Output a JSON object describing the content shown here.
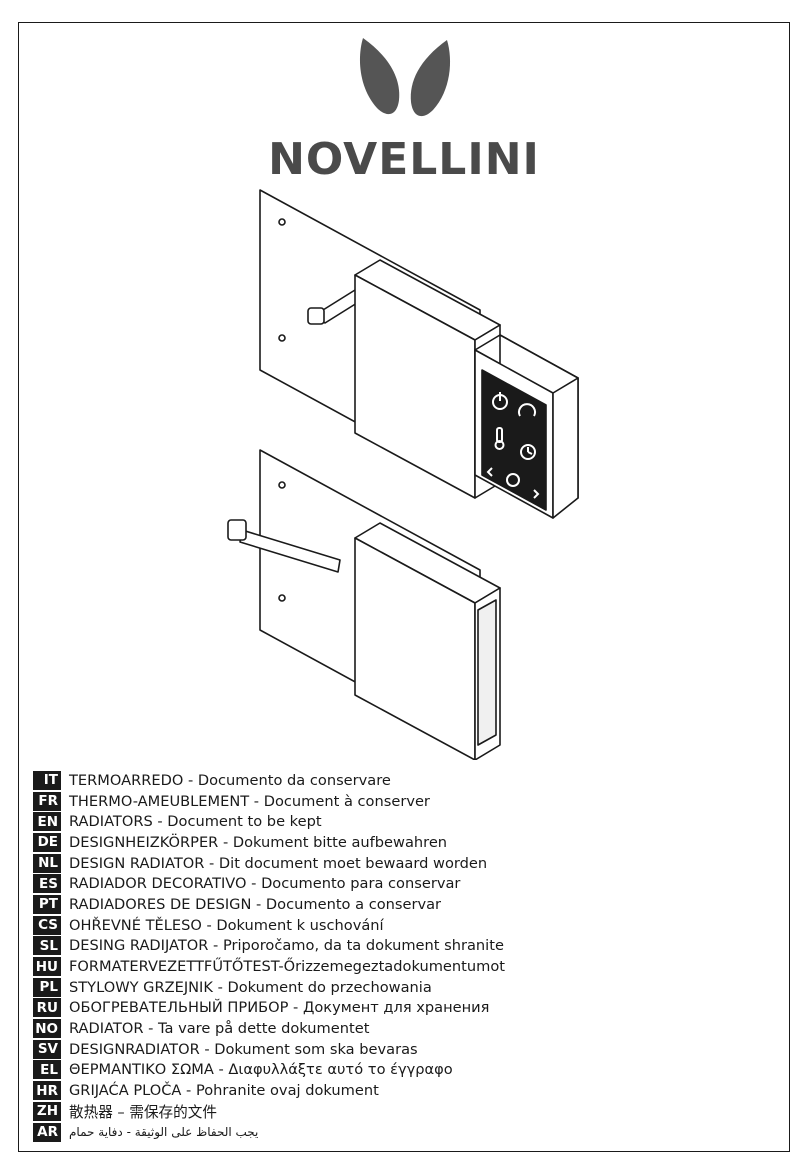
{
  "brand": {
    "name": "NOVELLINI",
    "logo_color": "#555555"
  },
  "illustration": {
    "icons": [
      "power-icon",
      "gauge-icon",
      "thermometer-icon",
      "clock-icon",
      "left-arrow-icon",
      "center-power-icon",
      "right-arrow-icon"
    ]
  },
  "languages": [
    {
      "code": "IT",
      "text": "TERMOARREDO - Documento da conservare"
    },
    {
      "code": "FR",
      "text": "THERMO-AMEUBLEMENT - Document à conserver"
    },
    {
      "code": "EN",
      "text": "RADIATORS - Document to be kept"
    },
    {
      "code": "DE",
      "text": "DESIGNHEIZKÖRPER - Dokument bitte aufbewahren"
    },
    {
      "code": "NL",
      "text": "DESIGN RADIATOR - Dit document moet bewaard worden"
    },
    {
      "code": "ES",
      "text": "RADIADOR DECORATIVO - Documento para conservar"
    },
    {
      "code": "PT",
      "text": "RADIADORES DE DESIGN - Documento a conservar"
    },
    {
      "code": "CS",
      "text": "OHŘEVNÉ TĚLESO - Dokument k uschování"
    },
    {
      "code": "SL",
      "text": "DESING RADIJATOR - Priporočamo, da ta dokument shranite"
    },
    {
      "code": "HU",
      "text": "FORMATERVEZETTFŰTŐTEST-Őrizzemegeztadokumentumot"
    },
    {
      "code": "PL",
      "text": "STYLOWY GRZEJNIK - Dokument do przechowania"
    },
    {
      "code": "RU",
      "text": "ОБОГРЕВАТЕЛЬНЫЙ ПРИБОР - Документ для хранения"
    },
    {
      "code": "NO",
      "text": "RADIATOR - Ta vare på dette dokumentet"
    },
    {
      "code": "SV",
      "text": "DESIGNRADIATOR - Dokument som ska bevaras"
    },
    {
      "code": "EL",
      "text": "ΘΕΡΜΑΝΤΙΚΟ ΣΩΜΑ - Διαφυλλάξτε αυτό το έγγραφο"
    },
    {
      "code": "HR",
      "text": "GRIJAĆA PLOČA - Pohranite ovaj dokument"
    },
    {
      "code": "ZH",
      "text": "散热器 – 需保存的文件"
    },
    {
      "code": "AR",
      "text": "يجب الحفاظ على الوثيقة - دفاية حمام"
    }
  ]
}
